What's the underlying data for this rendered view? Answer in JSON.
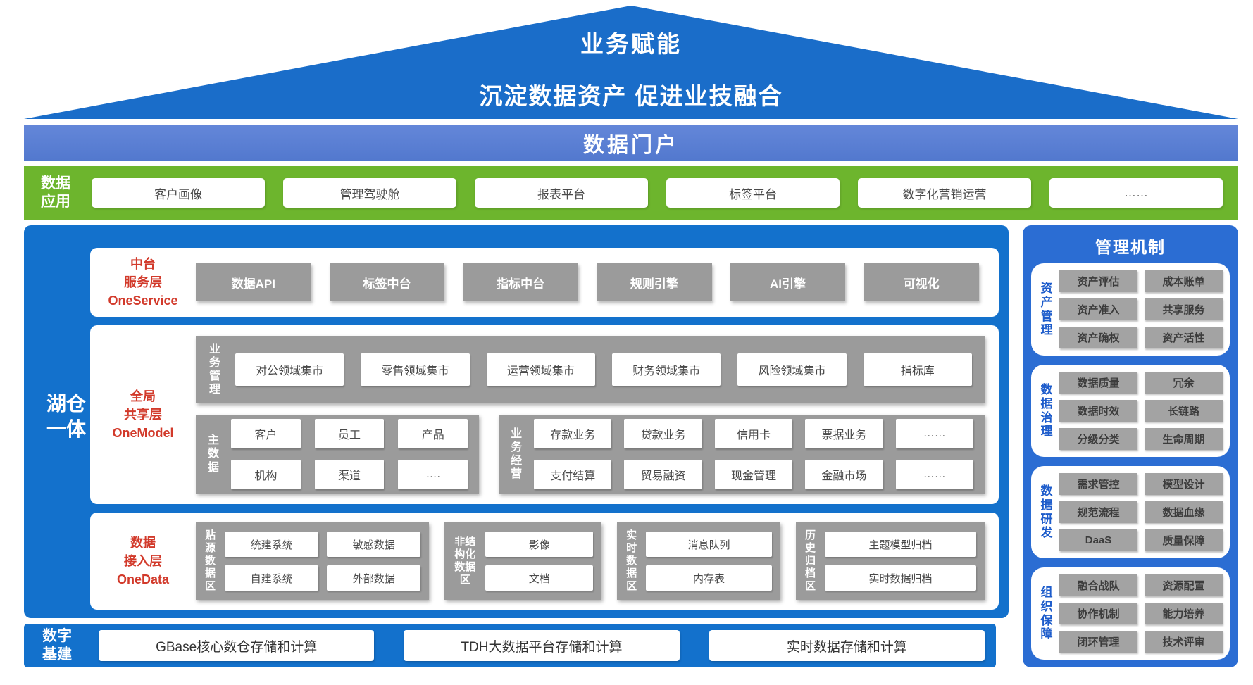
{
  "roof": {
    "title": "业务赋能",
    "subtitle": "沉淀数据资产 促进业技融合"
  },
  "portal": {
    "title": "数据门户"
  },
  "data_apps": {
    "label_lines": [
      "数据",
      "应用"
    ],
    "items": [
      "客户画像",
      "管理驾驶舱",
      "报表平台",
      "标签平台",
      "数字化营销运营",
      "……"
    ]
  },
  "lakehouse": {
    "label_lines": [
      "湖仓",
      "一体"
    ],
    "oneservice": {
      "label_lines": [
        "中台",
        "服务层",
        "OneService"
      ],
      "items": [
        "数据API",
        "标签中台",
        "指标中台",
        "规则引擎",
        "AI引擎",
        "可视化"
      ]
    },
    "onemodel": {
      "label_lines": [
        "全局",
        "共享层",
        "OneModel"
      ],
      "business_mgmt": {
        "label": "业务管理",
        "items": [
          "对公领域集市",
          "零售领域集市",
          "运营领域集市",
          "财务领域集市",
          "风险领域集市",
          "指标库"
        ]
      },
      "master_data": {
        "label": "主数据",
        "rows": [
          [
            "客户",
            "员工",
            "产品"
          ],
          [
            "机构",
            "渠道",
            "…."
          ]
        ]
      },
      "business_ops": {
        "label": "业务经营",
        "rows": [
          [
            "存款业务",
            "贷款业务",
            "信用卡",
            "票据业务",
            "……"
          ],
          [
            "支付结算",
            "贸易融资",
            "现金管理",
            "金融市场",
            "……"
          ]
        ]
      }
    },
    "onedata": {
      "label_lines": [
        "数据",
        "接入层",
        "OneData"
      ],
      "zones": [
        {
          "label": "贴源数据区",
          "rows": [
            [
              "统建系统",
              "敏感数据"
            ],
            [
              "自建系统",
              "外部数据"
            ]
          ]
        },
        {
          "label": "非结构化数据区",
          "rows": [
            [
              "影像"
            ],
            [
              "文档"
            ]
          ]
        },
        {
          "label": "实时数据区",
          "rows": [
            [
              "消息队列"
            ],
            [
              "内存表"
            ]
          ]
        },
        {
          "label": "历史归档区",
          "rows": [
            [
              "主题模型归档"
            ],
            [
              "实时数据归档"
            ]
          ]
        }
      ]
    }
  },
  "infrastructure": {
    "label_lines": [
      "数字",
      "基建"
    ],
    "items": [
      "GBase核心数仓存储和计算",
      "TDH大数据平台存储和计算",
      "实时数据存储和计算"
    ]
  },
  "governance": {
    "title": "管理机制",
    "sections": [
      {
        "label": "资产管理",
        "items": [
          "资产评估",
          "成本账单",
          "资产准入",
          "共享服务",
          "资产确权",
          "资产活性"
        ]
      },
      {
        "label": "数据治理",
        "items": [
          "数据质量",
          "冗余",
          "数据时效",
          "长链路",
          "分级分类",
          "生命周期"
        ]
      },
      {
        "label": "数据研发",
        "items": [
          "需求管控",
          "模型设计",
          "规范流程",
          "数据血缘",
          "DaaS",
          "质量保障"
        ]
      },
      {
        "label": "组织保障",
        "items": [
          "融合战队",
          "资源配置",
          "协作机制",
          "能力培养",
          "闭环管理",
          "技术评审"
        ]
      }
    ]
  },
  "colors": {
    "roof_blue": "#1a6dc9",
    "portal_blue": "#5a7ed2",
    "app_green": "#6db52d",
    "panel_blue": "#1371cc",
    "governance_blue": "#2b6dd3",
    "box_gray": "#9b9b9b",
    "accent_red": "#d23a2b",
    "label_blue": "#1d5ccb"
  }
}
